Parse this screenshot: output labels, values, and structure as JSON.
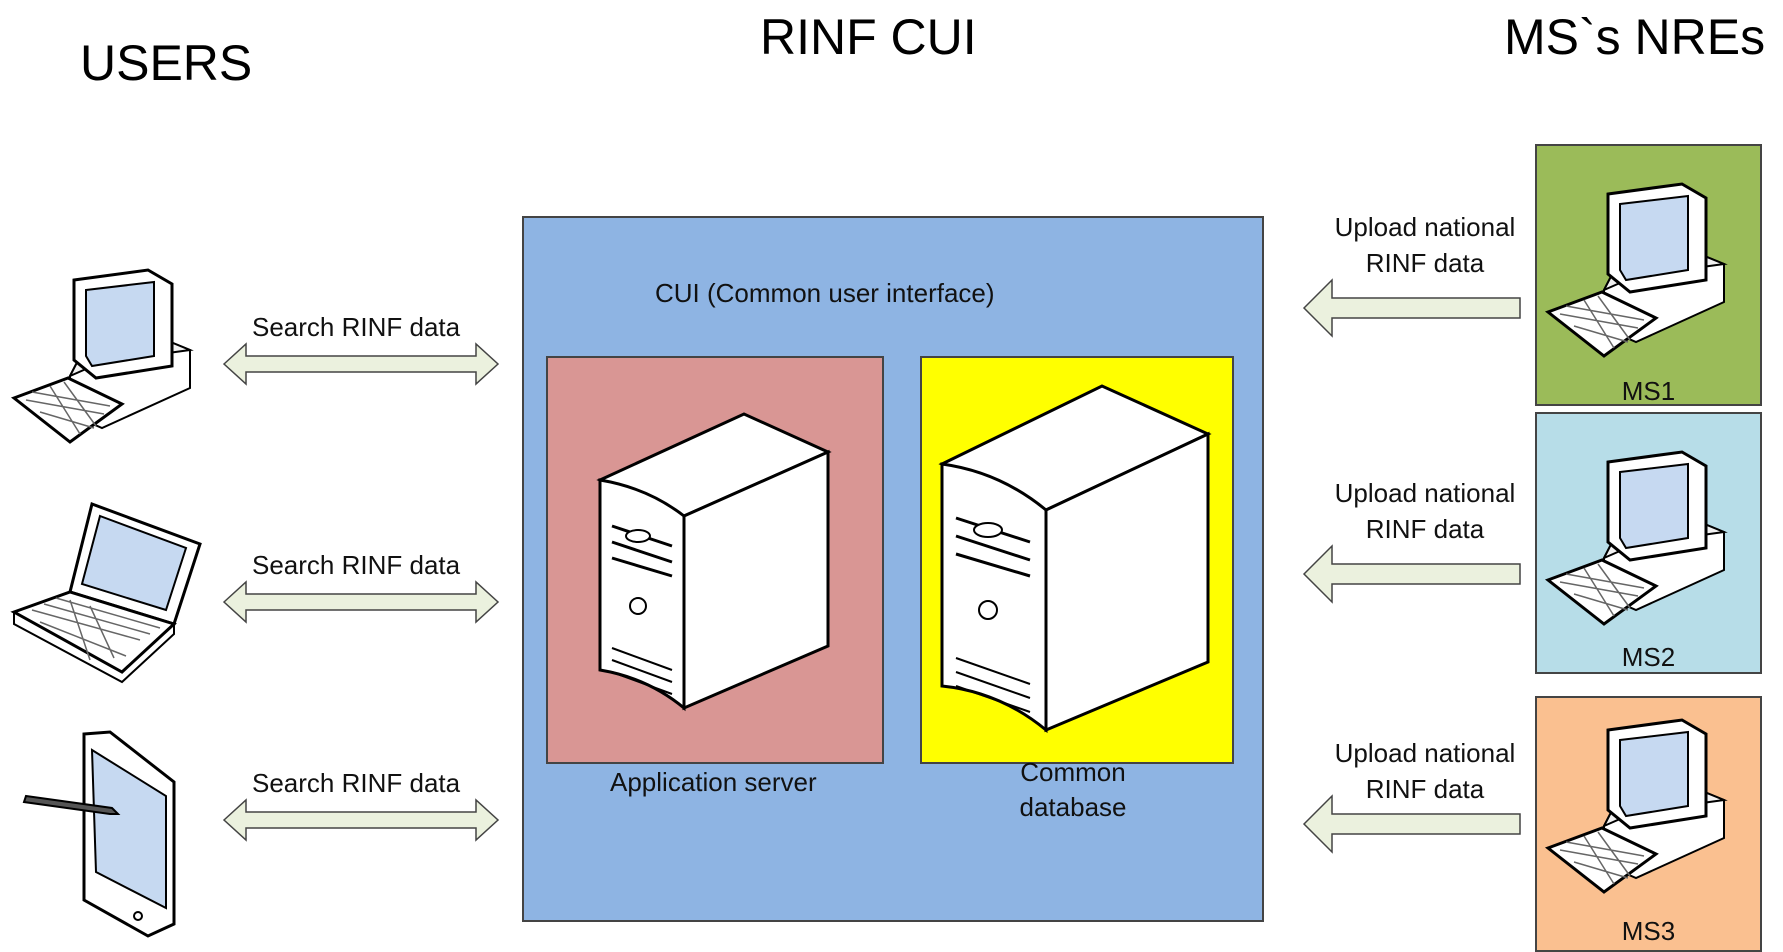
{
  "headings": {
    "users": "USERS",
    "rinf_cui": "RINF CUI",
    "ms_nres": "MS`s  NREs"
  },
  "cui": {
    "title": "CUI (Common user interface)",
    "app_server_label": "Application server",
    "db_label_line1": "Common",
    "db_label_line2": "database"
  },
  "users": [
    {
      "device": "desktop-computer-icon",
      "link_label": "Search RINF data"
    },
    {
      "device": "laptop-icon",
      "link_label": "Search RINF data"
    },
    {
      "device": "tablet-icon",
      "link_label": "Search RINF data"
    }
  ],
  "member_states": [
    {
      "name": "MS1",
      "upload_line1": "Upload national",
      "upload_line2": "RINF data",
      "color": "#9bbb59"
    },
    {
      "name": "MS2",
      "upload_line1": "Upload national",
      "upload_line2": "RINF data",
      "color": "#b7dde8"
    },
    {
      "name": "MS3",
      "upload_line1": "Upload national",
      "upload_line2": "RINF data",
      "color": "#fac090"
    }
  ],
  "colors": {
    "cui_background": "#8eb4e3",
    "app_server_background": "#d99694",
    "database_background": "#ffff00",
    "arrow_fill": "#ebf1de"
  }
}
